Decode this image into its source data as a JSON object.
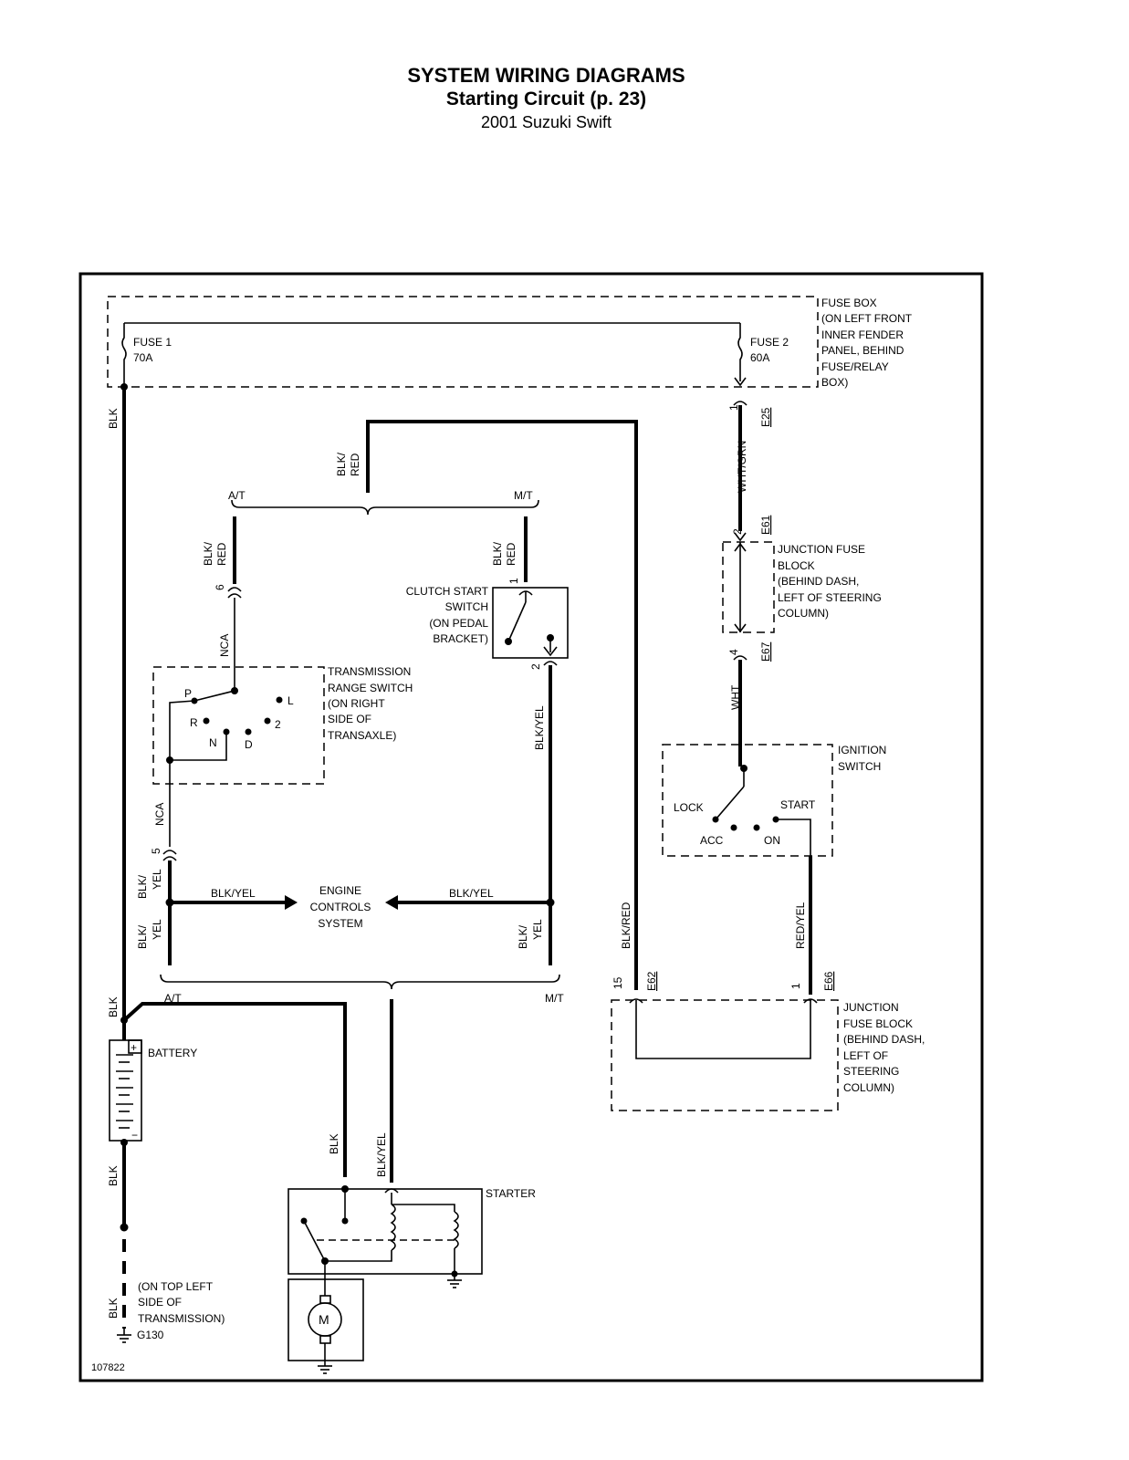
{
  "header": {
    "title": "SYSTEM WIRING DIAGRAMS",
    "subtitle": "Starting Circuit (p. 23)",
    "vehicle": "2001 Suzuki Swift"
  },
  "fuse_box": {
    "lines": [
      "FUSE BOX",
      "(ON LEFT FRONT",
      "INNER FENDER",
      "PANEL, BEHIND",
      "FUSE/RELAY",
      "BOX)"
    ],
    "fuse1": {
      "name": "FUSE 1",
      "rating": "70A"
    },
    "fuse2": {
      "name": "FUSE 2",
      "rating": "60A"
    }
  },
  "junction_fuse_block_upper": {
    "lines": [
      "JUNCTION FUSE",
      "BLOCK",
      "(BEHIND DASH,",
      "LEFT OF STEERING",
      "COLUMN)"
    ]
  },
  "junction_fuse_block_lower": {
    "lines": [
      "JUNCTION",
      "FUSE BLOCK",
      "(BEHIND DASH,",
      "LEFT OF",
      "STEERING",
      "COLUMN)"
    ]
  },
  "ignition_switch": {
    "lines": [
      "IGNITION",
      "SWITCH"
    ],
    "positions": {
      "lock": "LOCK",
      "acc": "ACC",
      "on": "ON",
      "start": "START"
    }
  },
  "clutch_start_switch": {
    "lines": [
      "CLUTCH START",
      "SWITCH",
      "(ON PEDAL",
      "BRACKET)"
    ]
  },
  "transmission_range_switch": {
    "lines": [
      "TRANSMISSION",
      "RANGE SWITCH",
      "(ON RIGHT",
      "SIDE OF",
      "TRANSAXLE)"
    ],
    "positions": {
      "p": "P",
      "r": "R",
      "n": "N",
      "d": "D",
      "two": "2",
      "l": "L"
    }
  },
  "engine_controls": {
    "lines": [
      "ENGINE",
      "CONTROLS",
      "SYSTEM"
    ]
  },
  "battery": {
    "label": "BATTERY",
    "plus": "+",
    "minus": "−"
  },
  "starter": {
    "label": "STARTER",
    "motor": "M"
  },
  "ground": {
    "lines": [
      "(ON TOP LEFT",
      "SIDE OF",
      "TRANSMISSION)"
    ],
    "id": "G130"
  },
  "variants": {
    "at": "A/T",
    "mt": "M/T"
  },
  "wires": {
    "blk": "BLK",
    "blk_red_a": "BLK/",
    "blk_red_b": "RED",
    "blk_yel_a": "BLK/",
    "blk_yel_b": "YEL",
    "blk_yel": "BLK/YEL",
    "blk_red": "BLK/RED",
    "nca": "NCA",
    "wht_grn": "WHT/GRN",
    "wht": "WHT",
    "red_yel": "RED/YEL"
  },
  "connectors": {
    "e25": "E25",
    "e61": "E61",
    "e67": "E67",
    "e62": "E62",
    "e66": "E66",
    "pin_1": "1",
    "pin_2": "2",
    "pin_4": "4",
    "pin_5": "5",
    "pin_6": "6",
    "pin_15": "15"
  },
  "diagram_id": "107822"
}
